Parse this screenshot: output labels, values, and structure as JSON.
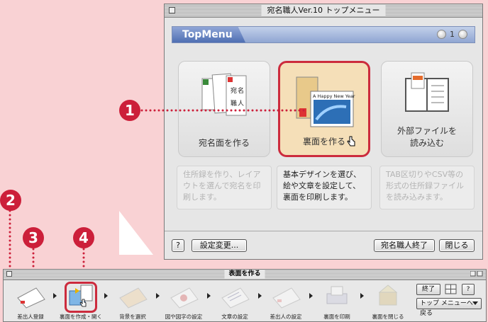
{
  "window": {
    "title": "宛名職人Ver.10 トップメニュー",
    "topmenu_label": "TopMenu",
    "page_number": "1"
  },
  "cards": [
    {
      "label": "宛名面を作る",
      "description": "住所録を作り、レイアウトを選んで宛名を印刷します。",
      "art_text": [
        "宛",
        "名",
        "職",
        "人"
      ]
    },
    {
      "label": "裏面を作る",
      "description": "基本デザインを選び、絵や文章を設定して、裏面を印刷します。",
      "art_text": "A Happy New Year"
    },
    {
      "label": "外部ファイルを読み込む",
      "description": "TAB区切りやCSV等の形式の住所録ファイルを読み込みます。"
    }
  ],
  "buttons": {
    "help": "?",
    "settings": "設定変更...",
    "quit": "宛名職人終了",
    "close": "閉じる"
  },
  "callouts": [
    "1",
    "2",
    "3",
    "4"
  ],
  "toolbar": {
    "title": "表面を作る",
    "steps": [
      {
        "label": "差出人登録"
      },
      {
        "label": "裏面を作成・開く"
      },
      {
        "label": "背景を選択"
      },
      {
        "label": "図や図字の設定"
      },
      {
        "label": "文章の設定"
      },
      {
        "label": "差出人の設定"
      },
      {
        "label": "裏面を印刷"
      },
      {
        "label": "裏面を閉じる"
      }
    ],
    "end_button": "終了",
    "help_button": "?",
    "back_button": "トップ メニューへ 戻る"
  },
  "colors": {
    "accent_red": "#cc1f3a",
    "background_pink": "#f9d2d4",
    "topmenu_blue": "#5a78b8"
  }
}
